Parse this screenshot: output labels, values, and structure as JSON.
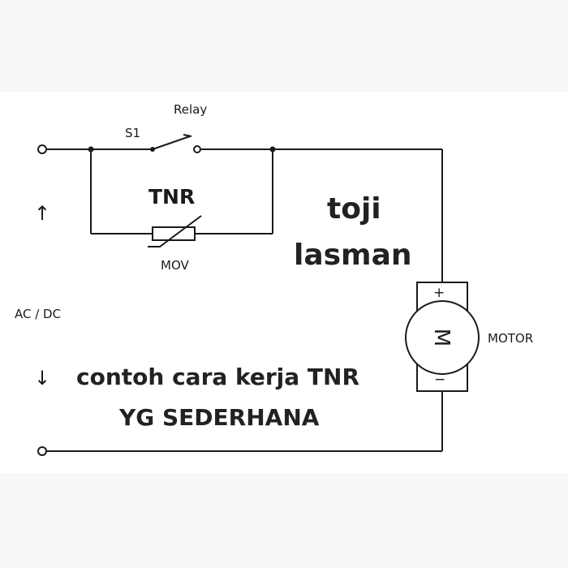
{
  "diagram": {
    "labels": {
      "relay": "Relay",
      "switch": "S1",
      "tnr": "TNR",
      "mov": "MOV",
      "source": "AC / DC",
      "motor": "MOTOR",
      "motor_symbol": "M",
      "plus": "+",
      "minus": "−"
    },
    "arrows": {
      "up": "↑",
      "down": "↓"
    },
    "brand": {
      "line1": "toji",
      "line2": "lasman"
    },
    "caption": {
      "line1": "contoh cara kerja TNR",
      "line2": "YG SEDERHANA"
    },
    "colors": {
      "wire": "#1a1a1a",
      "background": "#ffffff",
      "outer": "#f7f7f7"
    }
  }
}
